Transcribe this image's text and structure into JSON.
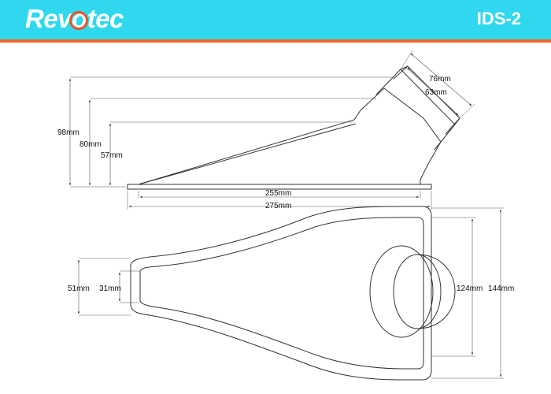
{
  "brand": {
    "logo_text": "Revotec",
    "accent": "#f0642a",
    "header_color": "#2fd8ee"
  },
  "model": "IDS-2",
  "dimensions": {
    "side_view": {
      "height_98": "98mm",
      "height_80": "80mm",
      "height_57": "57mm",
      "diameter_76": "76mm",
      "diameter_63": "63mm",
      "length_255": "255mm",
      "length_275": "275mm"
    },
    "top_view": {
      "width_51": "51mm",
      "width_31": "31mm",
      "width_124": "124mm",
      "width_144": "144mm"
    }
  }
}
